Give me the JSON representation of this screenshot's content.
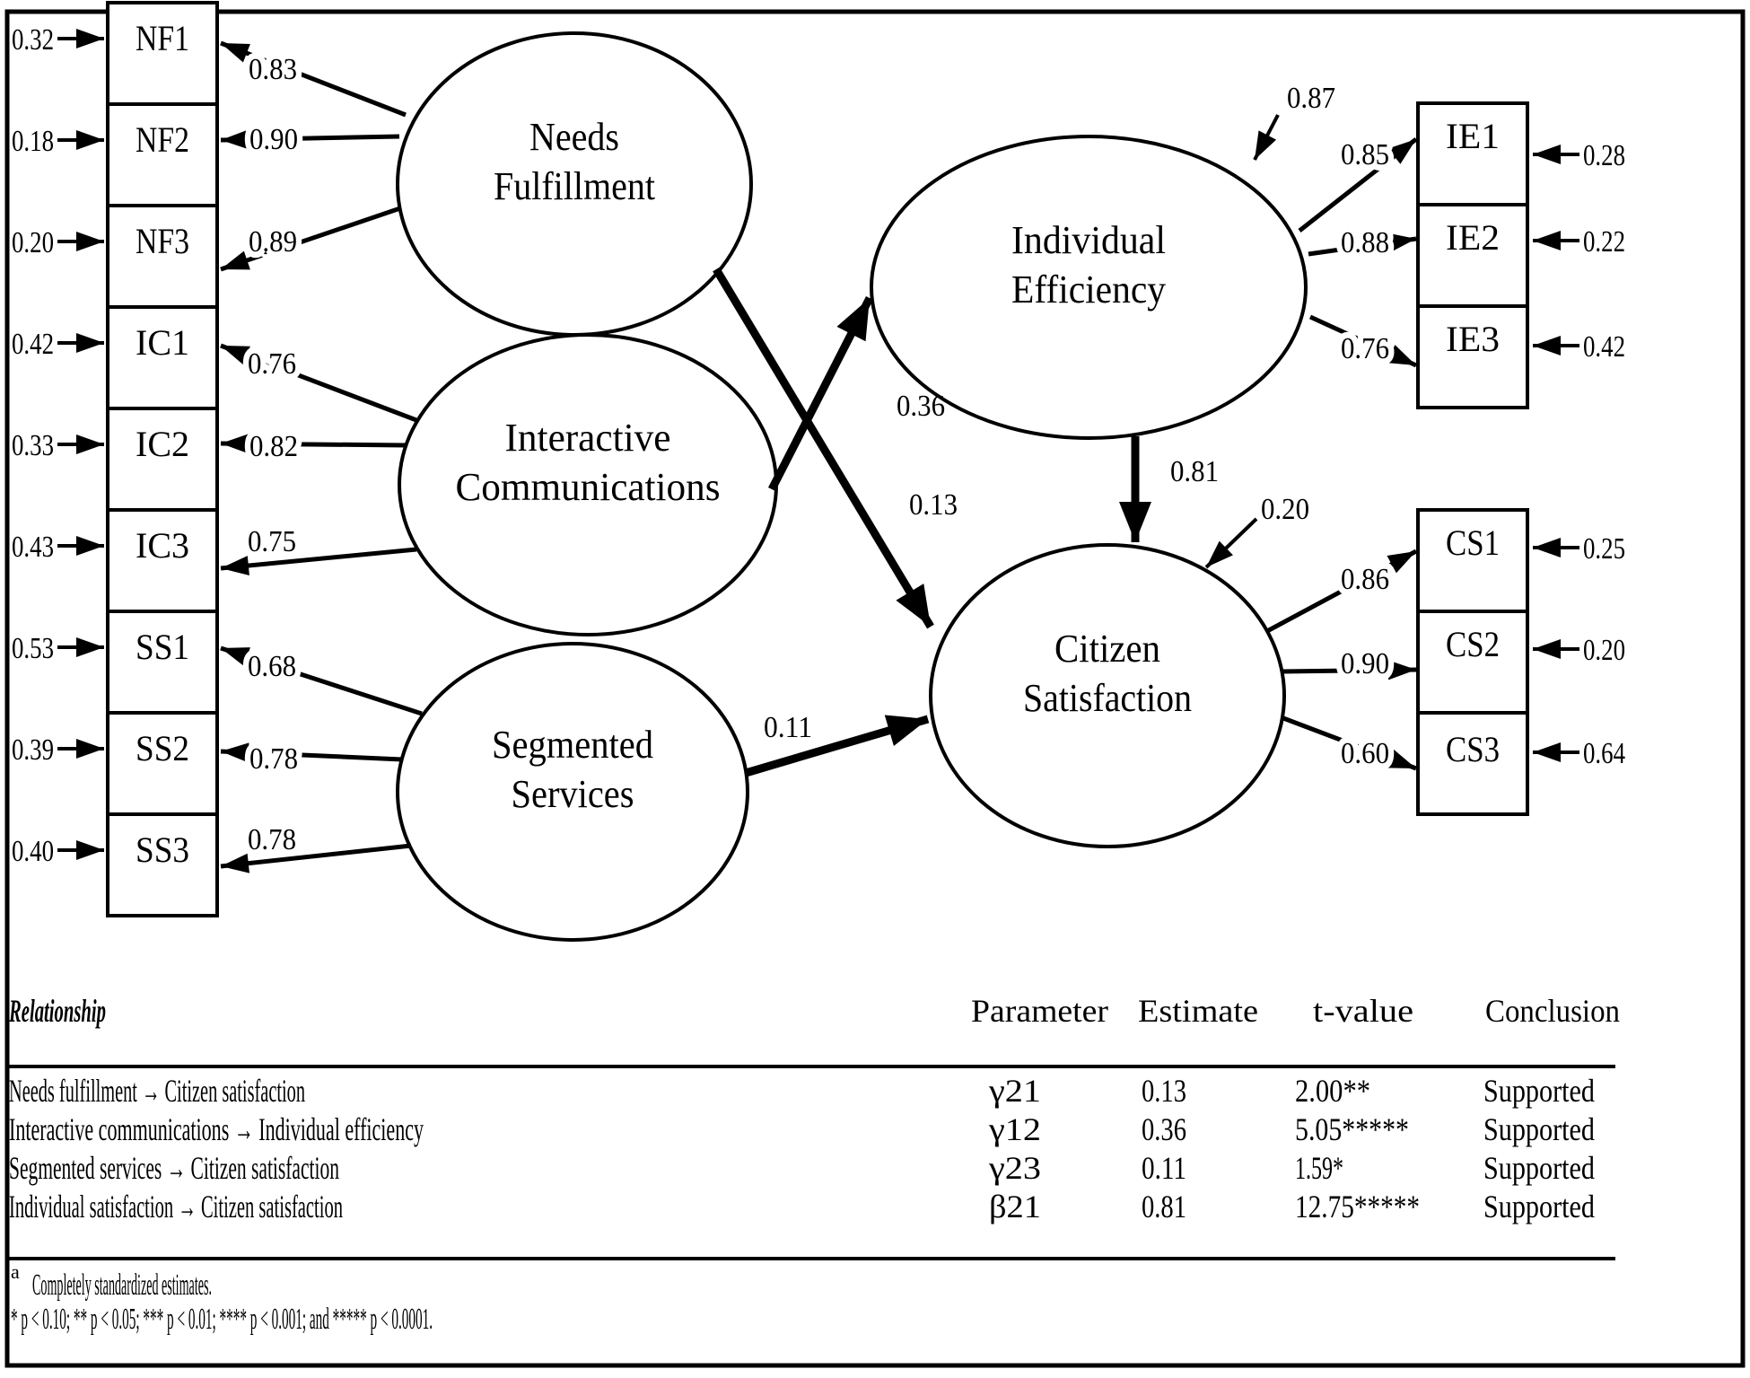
{
  "figure": {
    "left_indicators": [
      {
        "label": "NF1",
        "error": "0.32",
        "loading": "0.83"
      },
      {
        "label": "NF2",
        "error": "0.18",
        "loading": "0.90"
      },
      {
        "label": "NF3",
        "error": "0.20",
        "loading": "0.89"
      },
      {
        "label": "IC1",
        "error": "0.42",
        "loading": "0.76"
      },
      {
        "label": "IC2",
        "error": "0.33",
        "loading": "0.82"
      },
      {
        "label": "IC3",
        "error": "0.43",
        "loading": "0.75"
      },
      {
        "label": "SS1",
        "error": "0.53",
        "loading": "0.68"
      },
      {
        "label": "SS2",
        "error": "0.39",
        "loading": "0.78"
      },
      {
        "label": "SS3",
        "error": "0.40",
        "loading": "0.78"
      }
    ],
    "latent_variables": {
      "needs_fulfillment": {
        "line1": "Needs",
        "line2": "Fulfillment"
      },
      "interactive_communications": {
        "line1": "Interactive",
        "line2": "Communications"
      },
      "segmented_services": {
        "line1": "Segmented",
        "line2": "Services"
      },
      "individual_efficiency": {
        "line1": "Individual",
        "line2": "Efficiency",
        "error": "0.87"
      },
      "citizen_satisfaction": {
        "line1": "Citizen",
        "line2": "Satisfaction",
        "error": "0.20"
      }
    },
    "structural_paths": {
      "nf_to_cs": "0.13",
      "ic_to_ie": "0.36",
      "ss_to_cs": "0.11",
      "ie_to_cs": "0.81"
    },
    "ie_indicators": [
      {
        "label": "IE1",
        "loading": "0.85",
        "error": "0.28"
      },
      {
        "label": "IE2",
        "loading": "0.88",
        "error": "0.22"
      },
      {
        "label": "IE3",
        "loading": "0.76",
        "error": "0.42"
      }
    ],
    "cs_indicators": [
      {
        "label": "CS1",
        "loading": "0.86",
        "error": "0.25"
      },
      {
        "label": "CS2",
        "loading": "0.90",
        "error": "0.20"
      },
      {
        "label": "CS3",
        "loading": "0.60",
        "error": "0.64"
      }
    ]
  },
  "table": {
    "headers": {
      "relationship": "Relationship",
      "parameter": "Parameter",
      "estimate": "Estimate",
      "t_value": "t-value",
      "conclusion": "Conclusion"
    },
    "rows": [
      {
        "relationship": "Needs fulfillment → Citizen satisfaction",
        "parameter": "γ21",
        "estimate": "0.13",
        "t_value": "2.00**",
        "conclusion": "Supported"
      },
      {
        "relationship": "Interactive communications → Individual efficiency",
        "parameter": "γ12",
        "estimate": "0.36",
        "t_value": "5.05*****",
        "conclusion": "Supported"
      },
      {
        "relationship": "Segmented services → Citizen satisfaction",
        "parameter": "γ23",
        "estimate": "0.11",
        "t_value": "1.59*",
        "conclusion": "Supported"
      },
      {
        "relationship": "Individual satisfaction → Citizen satisfaction",
        "parameter": "β21",
        "estimate": "0.81",
        "t_value": "12.75*****",
        "conclusion": "Supported"
      }
    ]
  },
  "footnotes": {
    "marker": "a",
    "note1": "Completely standardized estimates.",
    "note2": "* p < 0.10; ** p < 0.05; *** p < 0.01; **** p < 0.001; and ***** p < 0.0001."
  }
}
